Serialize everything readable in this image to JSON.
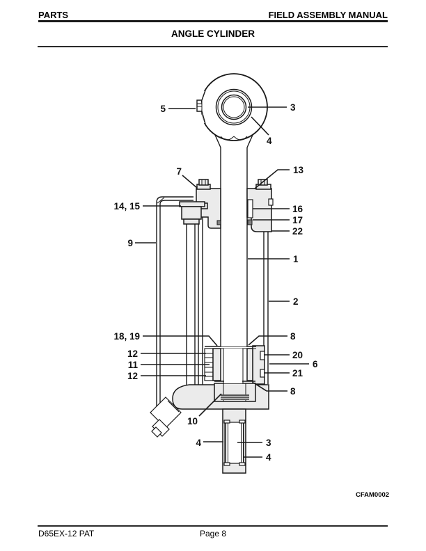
{
  "header": {
    "left": "PARTS",
    "right": "FIELD ASSEMBLY MANUAL",
    "title": "ANGLE CYLINDER"
  },
  "figure": {
    "drawing_code": "CFAM0002",
    "callouts": [
      {
        "label": "5"
      },
      {
        "label": "3"
      },
      {
        "label": "4"
      },
      {
        "label": "7"
      },
      {
        "label": "13"
      },
      {
        "label": "14, 15"
      },
      {
        "label": "16"
      },
      {
        "label": "17"
      },
      {
        "label": "22"
      },
      {
        "label": "9"
      },
      {
        "label": "1"
      },
      {
        "label": "2"
      },
      {
        "label": "18, 19"
      },
      {
        "label": "8"
      },
      {
        "label": "12"
      },
      {
        "label": "20"
      },
      {
        "label": "11"
      },
      {
        "label": "6"
      },
      {
        "label": "12"
      },
      {
        "label": "21"
      },
      {
        "label": "8"
      },
      {
        "label": "10"
      },
      {
        "label": "4"
      },
      {
        "label": "3"
      },
      {
        "label": "4"
      }
    ]
  },
  "footer": {
    "left": "D65EX-12 PAT",
    "center": "Page 8"
  }
}
